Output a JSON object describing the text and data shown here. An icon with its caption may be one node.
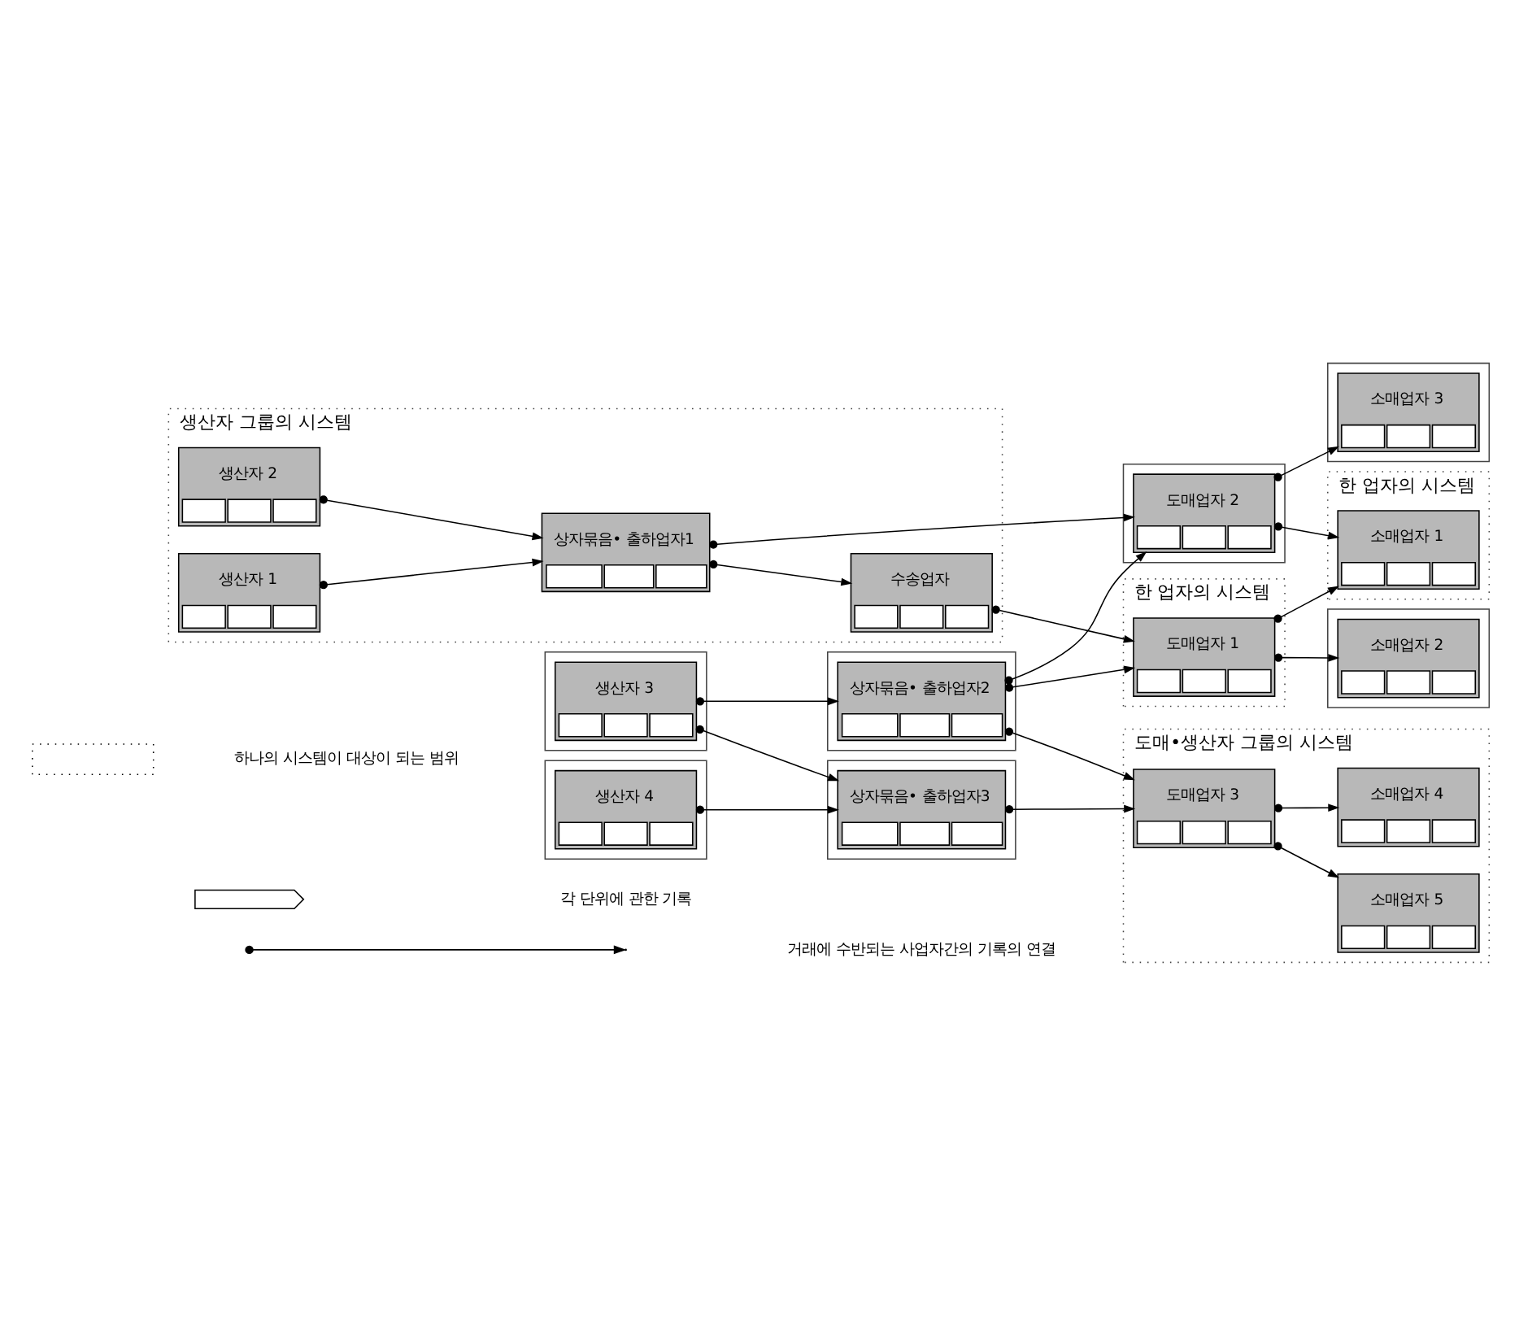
{
  "diagram": {
    "nodes": [
      {
        "text": [
          "생산자 그룹의 시스템"
        ]
      },
      {
        "text": [
          "생산자 1"
        ],
        "in": 0
      },
      {
        "text": [
          "생산자 2"
        ],
        "in": 0
      },
      {
        "text": [
          "상자묶음• 출하업자1"
        ],
        "in": 0
      },
      {
        "text": [
          "수송업자"
        ],
        "in": 0
      },
      {
        "text": [],
        "shape": "box"
      },
      {
        "text": [
          "생산자 3"
        ],
        "in": 5
      },
      {
        "text": [],
        "shape": "box"
      },
      {
        "text": [
          "상자묶음• 출하업자2"
        ],
        "in": 7
      },
      {
        "text": [],
        "shape": "box"
      },
      {
        "text": [
          "생산자 4"
        ],
        "in": 9
      },
      {
        "text": [],
        "shape": "box"
      },
      {
        "text": [
          "상자묶음• 출하업자3"
        ],
        "in": 11
      },
      {
        "text": [
          "한 업자의 시스템"
        ]
      },
      {
        "text": [
          "도매업자 1"
        ],
        "in": 13
      },
      {
        "text": [],
        "shape": "box"
      },
      {
        "text": [
          "도매업자 2"
        ],
        "in": 15
      },
      {
        "text": [
          "도매•생산자 그룹의 시스템"
        ]
      },
      {
        "text": [
          "도매업자 3"
        ],
        "in": 17
      },
      {
        "text": [
          "소매업자 4"
        ],
        "in": 17
      },
      {
        "text": [
          "소매업자 5"
        ],
        "in": 17
      },
      {
        "text": [
          "한 업자의 시스템"
        ]
      },
      {
        "text": [
          "소매업자 1"
        ],
        "in": 21
      },
      {
        "text": [],
        "shape": "box"
      },
      {
        "text": [
          "소매업자 2"
        ],
        "in": 23
      },
      {
        "text": [],
        "shape": "box"
      },
      {
        "text": [
          "소매업자 3"
        ],
        "in": 25
      }
    ],
    "edges": [
      {
        "from": 1,
        "to": 3,
        "arrow": "to"
      },
      {
        "from": 2,
        "to": 3,
        "arrow": "to"
      },
      {
        "from": 3,
        "to": 4,
        "arrow": "to"
      },
      {
        "from": 3,
        "to": 16,
        "arrow": "to"
      },
      {
        "from": 4,
        "to": 14,
        "arrow": "to"
      },
      {
        "from": 6,
        "to": 8,
        "arrow": "to"
      },
      {
        "from": 6,
        "to": 12,
        "arrow": "to"
      },
      {
        "from": 10,
        "to": 12,
        "arrow": "to"
      },
      {
        "from": 8,
        "to": 14,
        "arrow": "to"
      },
      {
        "from": 8,
        "to": 16,
        "arrow": "to"
      },
      {
        "from": 8,
        "to": 18,
        "arrow": "to"
      },
      {
        "from": 12,
        "to": 18,
        "arrow": "to"
      },
      {
        "from": 14,
        "to": 22,
        "arrow": "to"
      },
      {
        "from": 14,
        "to": 24,
        "arrow": "to"
      },
      {
        "from": 16,
        "to": 22,
        "arrow": "to"
      },
      {
        "from": 16,
        "to": 26,
        "arrow": "to"
      },
      {
        "from": 18,
        "to": 19,
        "arrow": "to"
      },
      {
        "from": 18,
        "to": 20,
        "arrow": "to"
      }
    ],
    "legend": [
      {
        "text": "하나의 시스템이 대상이 되는 범위"
      },
      {
        "text": "각 단위에 관한 기록"
      },
      {
        "text": "거래에 수반되는 사업자간의 기록의 연결"
      }
    ]
  }
}
